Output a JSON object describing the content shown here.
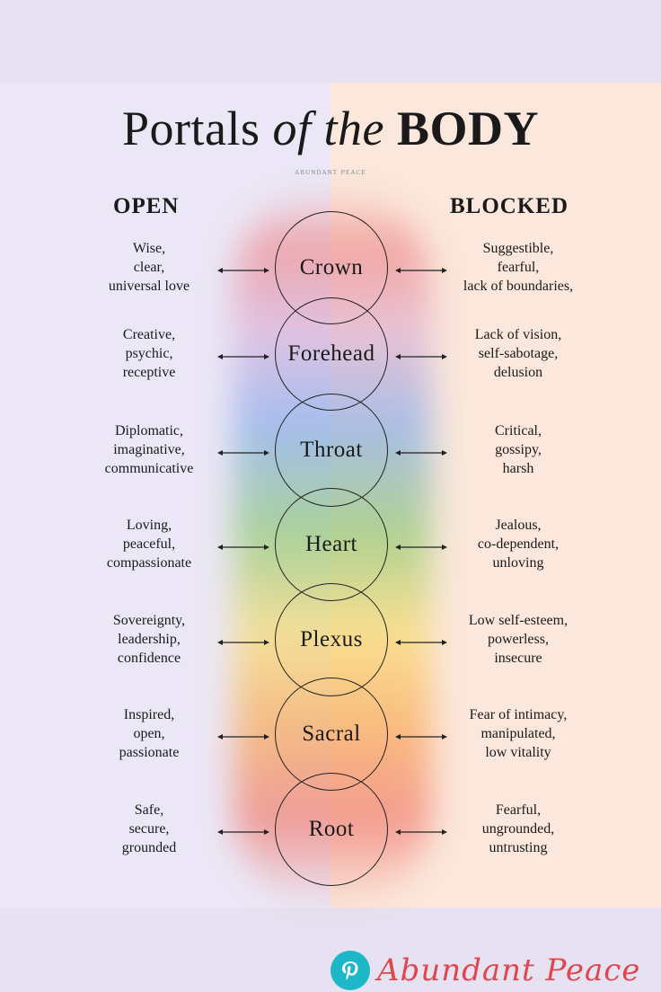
{
  "title": {
    "part1": "Portals ",
    "part2": "of the ",
    "part3": "BODY"
  },
  "subtitle": "ᴀʙᴜɴᴅᴀɴᴛ ᴘᴇᴀᴄᴇ",
  "columns": {
    "open": "OPEN",
    "blocked": "BLOCKED"
  },
  "chakras": [
    {
      "name": "Crown",
      "open": [
        "Wise,",
        "clear,",
        "universal love"
      ],
      "blocked": [
        "Suggestible,",
        "fearful,",
        "lack of boundaries,"
      ]
    },
    {
      "name": "Forehead",
      "open": [
        "Creative,",
        "psychic,",
        "receptive"
      ],
      "blocked": [
        "Lack of vision,",
        "self-sabotage,",
        "delusion"
      ]
    },
    {
      "name": "Throat",
      "open": [
        "Diplomatic,",
        "imaginative,",
        "communicative"
      ],
      "blocked": [
        "Critical,",
        "gossipy,",
        "harsh"
      ]
    },
    {
      "name": "Heart",
      "open": [
        "Loving,",
        "peaceful,",
        "compassionate"
      ],
      "blocked": [
        "Jealous,",
        "co-dependent,",
        "unloving"
      ]
    },
    {
      "name": "Plexus",
      "open": [
        "Sovereignty,",
        "leadership,",
        "confidence"
      ],
      "blocked": [
        "Low self-esteem,",
        "powerless,",
        "insecure"
      ]
    },
    {
      "name": "Sacral",
      "open": [
        "Inspired,",
        "open,",
        "passionate"
      ],
      "blocked": [
        "Fear of intimacy,",
        "manipulated,",
        "low vitality"
      ]
    },
    {
      "name": "Root",
      "open": [
        "Safe,",
        "secure,",
        "grounded"
      ],
      "blocked": [
        "Fearful,",
        "ungrounded,",
        "untrusting"
      ]
    }
  ],
  "footer": {
    "brand": "Abundant Peace",
    "icon": "pinterest-icon"
  },
  "colors": {
    "accent_text": "#e0464c",
    "pinterest": "#1eb7c7"
  }
}
